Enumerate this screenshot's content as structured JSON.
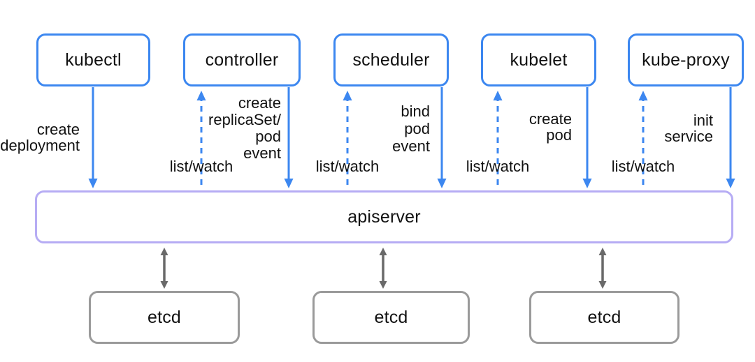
{
  "colors": {
    "component_border": "#3c87f0",
    "apiserver_border": "#b6acf4",
    "etcd_border": "#9a9a9a",
    "arrow_blue": "#3c87f0",
    "arrow_gray": "#696969",
    "text": "#111111"
  },
  "nodes": {
    "top_row": [
      {
        "label": "kubectl"
      },
      {
        "label": "controller"
      },
      {
        "label": "scheduler"
      },
      {
        "label": "kubelet"
      },
      {
        "label": "kube-proxy"
      }
    ],
    "apiserver": {
      "label": "apiserver"
    },
    "etcd_row": [
      {
        "label": "etcd"
      },
      {
        "label": "etcd"
      },
      {
        "label": "etcd"
      }
    ]
  },
  "edges": {
    "solid": [
      {
        "from": "kubectl",
        "to": "apiserver",
        "label": "create\ndeployment"
      },
      {
        "from": "controller",
        "to": "apiserver",
        "label": "create\nreplicaSet/\npod\nevent"
      },
      {
        "from": "scheduler",
        "to": "apiserver",
        "label": "bind\npod\nevent"
      },
      {
        "from": "kubelet",
        "to": "apiserver",
        "label": "create\npod"
      },
      {
        "from": "kube-proxy",
        "to": "apiserver",
        "label": "init\nservice"
      }
    ],
    "dashed": [
      {
        "from": "apiserver",
        "to": "controller",
        "label": "list/watch"
      },
      {
        "from": "apiserver",
        "to": "scheduler",
        "label": "list/watch"
      },
      {
        "from": "apiserver",
        "to": "kubelet",
        "label": "list/watch"
      },
      {
        "from": "apiserver",
        "to": "kube-proxy",
        "label": "list/watch"
      }
    ],
    "bidirectional": [
      {
        "from": "apiserver",
        "to": "etcd"
      },
      {
        "from": "apiserver",
        "to": "etcd"
      },
      {
        "from": "apiserver",
        "to": "etcd"
      }
    ]
  }
}
